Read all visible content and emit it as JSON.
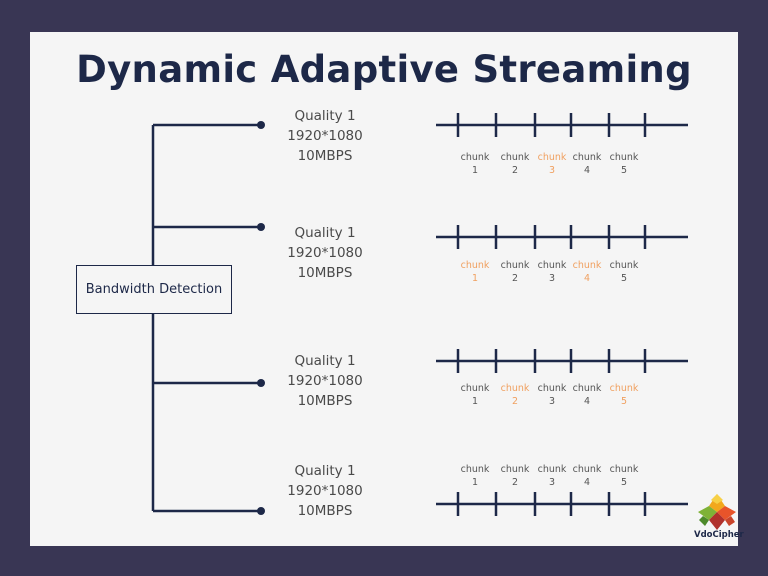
{
  "title": "Dynamic Adaptive Streaming",
  "bandwidth_label": "Bandwidth Detection",
  "qualities": [
    {
      "name": "Quality 1",
      "resolution": "1920*1080",
      "bitrate": "10MBPS",
      "chunks": [
        {
          "word": "chunk",
          "num": "1",
          "highlight": false
        },
        {
          "word": "chunk",
          "num": "2",
          "highlight": false
        },
        {
          "word": "chunk",
          "num": "3",
          "highlight": true
        },
        {
          "word": "chunk",
          "num": "4",
          "highlight": false
        },
        {
          "word": "chunk",
          "num": "5",
          "highlight": false
        }
      ]
    },
    {
      "name": "Quality 1",
      "resolution": "1920*1080",
      "bitrate": "10MBPS",
      "chunks": [
        {
          "word": "chunk",
          "num": "1",
          "highlight": true
        },
        {
          "word": "chunk",
          "num": "2",
          "highlight": false
        },
        {
          "word": "chunk",
          "num": "3",
          "highlight": false
        },
        {
          "word": "chunk",
          "num": "4",
          "highlight": true
        },
        {
          "word": "chunk",
          "num": "5",
          "highlight": false
        }
      ]
    },
    {
      "name": "Quality 1",
      "resolution": "1920*1080",
      "bitrate": "10MBPS",
      "chunks": [
        {
          "word": "chunk",
          "num": "1",
          "highlight": false
        },
        {
          "word": "chunk",
          "num": "2",
          "highlight": true
        },
        {
          "word": "chunk",
          "num": "3",
          "highlight": false
        },
        {
          "word": "chunk",
          "num": "4",
          "highlight": false
        },
        {
          "word": "chunk",
          "num": "5",
          "highlight": true
        }
      ]
    },
    {
      "name": "Quality 1",
      "resolution": "1920*1080",
      "bitrate": "10MBPS",
      "chunks": [
        {
          "word": "chunk",
          "num": "1",
          "highlight": false
        },
        {
          "word": "chunk",
          "num": "2",
          "highlight": false
        },
        {
          "word": "chunk",
          "num": "3",
          "highlight": false
        },
        {
          "word": "chunk",
          "num": "4",
          "highlight": false
        },
        {
          "word": "chunk",
          "num": "5",
          "highlight": false
        }
      ]
    }
  ],
  "logo": {
    "text": "VdoCipher",
    "icon": "vdocipher-logo-icon"
  },
  "colors": {
    "navy": "#1d2848",
    "highlight": "#f0a060",
    "background": "#393654",
    "panel": "#f5f5f5"
  }
}
